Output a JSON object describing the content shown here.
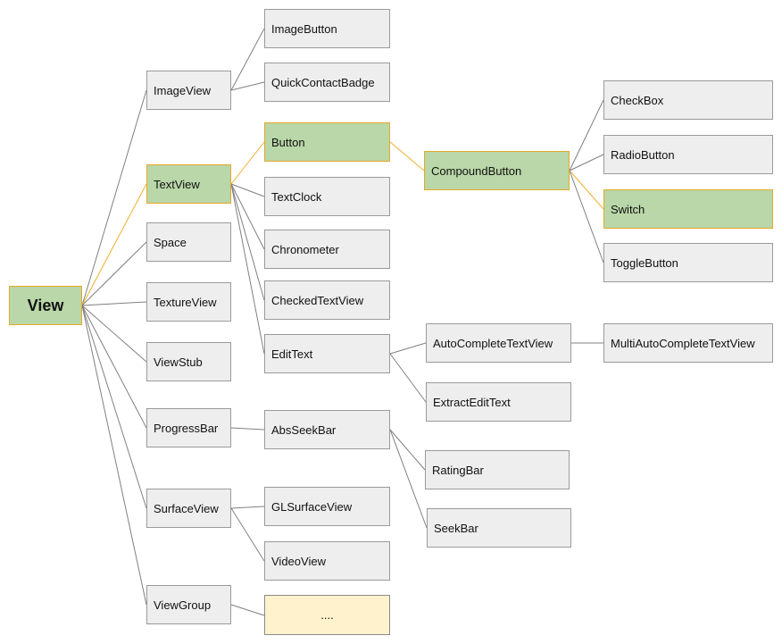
{
  "nodes": {
    "view": "View",
    "imageview": "ImageView",
    "textview": "TextView",
    "space": "Space",
    "textureview": "TextureView",
    "viewstub": "ViewStub",
    "progressbar": "ProgressBar",
    "surfaceview": "SurfaceView",
    "viewgroup": "ViewGroup",
    "imagebutton": "ImageButton",
    "quickcontactbadge": "QuickContactBadge",
    "button": "Button",
    "textclock": "TextClock",
    "chronometer": "Chronometer",
    "checkedtextview": "CheckedTextView",
    "edittext": "EditText",
    "absseekbar": "AbsSeekBar",
    "glsurfaceview": "GLSurfaceView",
    "videoview": "VideoView",
    "more": "....",
    "compoundbutton": "CompoundButton",
    "autocompletetextview": "AutoCompleteTextView",
    "extractedittext": "ExtractEditText",
    "ratingbar": "RatingBar",
    "seekbar": "SeekBar",
    "checkbox": "CheckBox",
    "radiobutton": "RadioButton",
    "switch": "Switch",
    "togglebutton": "ToggleButton",
    "multiautocompletetextview": "MultiAutoCompleteTextView"
  },
  "colors": {
    "highlight_fill": "#b9d7a8",
    "highlight_border": "#e6a82a",
    "node_fill": "#eeeeee",
    "node_border": "#9a9a9a",
    "placeholder_fill": "#fff2cc",
    "edge": "#808080",
    "highlight_edge": "#f0b030"
  },
  "highlight_path": [
    "view",
    "textview",
    "button",
    "compoundbutton",
    "switch"
  ]
}
